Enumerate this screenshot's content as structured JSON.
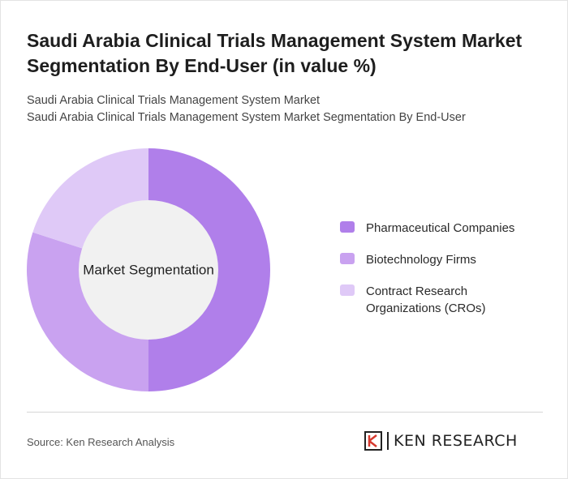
{
  "header": {
    "title": "Saudi Arabia Clinical Trials Management System Market Segmentation By End-User (in value %)",
    "subtitle_line1": "Saudi Arabia Clinical Trials Management System Market",
    "subtitle_line2": "Saudi Arabia Clinical Trials Management System Market Segmentation By End-User"
  },
  "chart_data": {
    "type": "pie",
    "variant": "donut",
    "center_label": "Market Segmentation",
    "categories": [
      "Pharmaceutical Companies",
      "Biotechnology Firms",
      "Contract Research Organizations (CROs)"
    ],
    "values": [
      50,
      30,
      20
    ],
    "colors": [
      "#b07fea",
      "#c9a2f0",
      "#dfc9f7"
    ],
    "center_color": "#f1f1f1",
    "legend_position": "right"
  },
  "legend": {
    "items": [
      {
        "label": "Pharmaceutical Companies",
        "color": "#b07fea"
      },
      {
        "label": "Biotechnology Firms",
        "color": "#c9a2f0"
      },
      {
        "label": "Contract Research Organizations (CROs)",
        "color": "#dfc9f7"
      }
    ]
  },
  "footer": {
    "source": "Source: Ken Research Analysis",
    "logo_text": "KEN RESEARCH",
    "logo_icon": "ken-research-k-logo-icon"
  }
}
